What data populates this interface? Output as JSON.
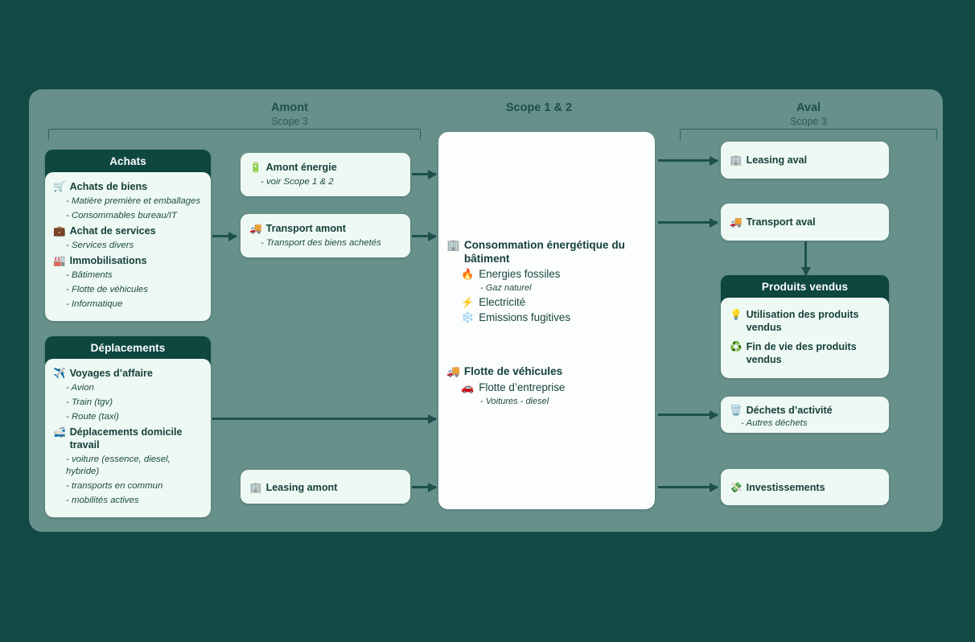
{
  "columns": [
    {
      "title": "Amont",
      "subtitle": "Scope 3"
    },
    {
      "title": "Scope 1 & 2",
      "subtitle": ""
    },
    {
      "title": "Aval",
      "subtitle": "Scope 3"
    }
  ],
  "achats": {
    "header": "Achats",
    "items": [
      {
        "icon": "shopping-cart-icon",
        "glyph": "🛒",
        "label": "Achats de biens"
      },
      {
        "sub": "- Matière première et emballages"
      },
      {
        "sub": "- Consommables bureau/IT"
      },
      {
        "icon": "briefcase-icon",
        "glyph": "💼",
        "label": "Achat de services"
      },
      {
        "sub": "- Services divers"
      },
      {
        "icon": "factory-icon",
        "glyph": "🏭",
        "label": "Immobilisations"
      },
      {
        "sub": "- Bâtiments"
      },
      {
        "sub": "- Flotte de véhicules"
      },
      {
        "sub": "- Informatique"
      }
    ]
  },
  "deplacements": {
    "header": "Déplacements",
    "items": [
      {
        "icon": "airplane-icon",
        "glyph": "✈️",
        "label": "Voyages d’affaire"
      },
      {
        "sub": "- Avion"
      },
      {
        "sub": "- Train (tgv)"
      },
      {
        "sub": "- Route (taxi)"
      },
      {
        "icon": "commuter-train-icon",
        "glyph": "🚅",
        "label": "Déplacements domicile travail"
      },
      {
        "sub": "- voiture (essence, diesel, hybride)"
      },
      {
        "sub": "- transports en commun"
      },
      {
        "sub": "- mobilités actives"
      }
    ]
  },
  "amont_energie": {
    "icon": "battery-icon",
    "glyph": "🔋",
    "title": "Amont énergie",
    "sub": "- voir Scope 1 & 2"
  },
  "transport_amont": {
    "icon": "delivery-truck-icon",
    "glyph": "🚚",
    "title": "Transport amont",
    "sub": "- Transport des biens achetés"
  },
  "leasing_amont": {
    "icon": "office-building-icon",
    "glyph": "🏢",
    "title": "Leasing amont"
  },
  "scope12": {
    "energy": {
      "icon": "office-building-icon",
      "glyph": "🏢",
      "title": "Consommation énergétique du bâtiment",
      "children": [
        {
          "icon": "fire-icon",
          "glyph": "🔥",
          "label": "Energies fossiles"
        },
        {
          "sub": "- Gaz naturel"
        },
        {
          "icon": "high-voltage-icon",
          "glyph": "⚡",
          "label": "Electricité"
        },
        {
          "icon": "snowflake-icon",
          "glyph": "❄️",
          "label": "Emissions fugitives"
        }
      ]
    },
    "fleet": {
      "icon": "delivery-truck-icon",
      "glyph": "🚚",
      "title": "Flotte de véhicules",
      "children": [
        {
          "icon": "car-icon",
          "glyph": "🚗",
          "label": "Flotte d’entreprise"
        },
        {
          "sub": "- Voitures - diesel"
        }
      ]
    }
  },
  "leasing_aval": {
    "icon": "office-building-icon",
    "glyph": "🏢",
    "title": "Leasing aval"
  },
  "transport_aval": {
    "icon": "delivery-truck-icon",
    "glyph": "🚚",
    "title": "Transport  aval"
  },
  "produits_vendus": {
    "header": "Produits vendus",
    "items": [
      {
        "icon": "light-bulb-icon",
        "glyph": "💡",
        "label": "Utilisation des produits vendus"
      },
      {
        "icon": "recycling-icon",
        "glyph": "♻️",
        "label": "Fin de vie des produits vendus"
      }
    ]
  },
  "dechets": {
    "icon": "wastebasket-icon",
    "glyph": "🗑️",
    "title": "Déchets d’activité",
    "sub": "- Autres déchets"
  },
  "investissements": {
    "icon": "money-icon",
    "glyph": "💸",
    "title": "Investissements"
  },
  "colors": {
    "page_background": "#12494 4",
    "panel": "#67908b",
    "card_header": "#0e4640",
    "card_body": "#eef9f3",
    "connector": "#1c504b",
    "heading_text": "#1d4f4b"
  }
}
